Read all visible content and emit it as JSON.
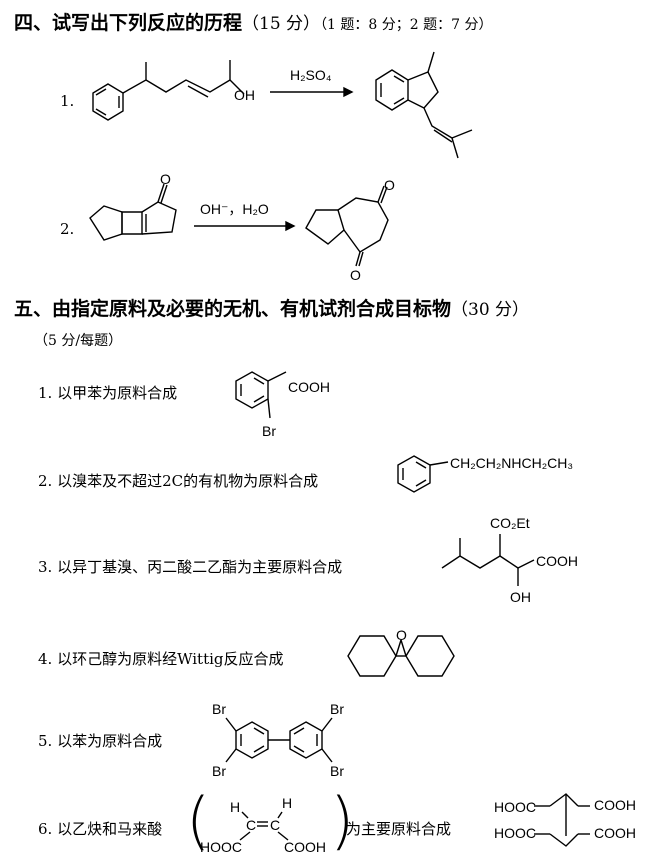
{
  "section4": {
    "title": "四、试写出下列反应的历程",
    "points": "（15 分）",
    "note": "（1 题：8 分；2 题：7 分）",
    "q1": {
      "num": "1.",
      "oh": "OH",
      "reagent": "H₂SO₄"
    },
    "q2": {
      "num": "2.",
      "reagent": "OH⁻，H₂O",
      "o": "O"
    }
  },
  "section5": {
    "title": "五、由指定原料及必要的无机、有机试剂合成目标物",
    "points": "（30 分）",
    "sub_note": "（5 分/每题）",
    "items": [
      {
        "num": "1.",
        "text": "以甲苯为原料合成",
        "labels": [
          "COOH",
          "Br"
        ]
      },
      {
        "num": "2.",
        "text": "以溴苯及不超过2C的有机物为原料合成",
        "labels": [
          "CH₂CH₂NHCH₂CH₃"
        ]
      },
      {
        "num": "3.",
        "text": "以异丁基溴、丙二酸二乙酯为主要原料合成",
        "labels": [
          "CO₂Et",
          "COOH",
          "OH"
        ]
      },
      {
        "num": "4.",
        "text": "以环己醇为原料经Wittig反应合成",
        "labels": [
          "O"
        ]
      },
      {
        "num": "5.",
        "text": "以苯为原料合成",
        "labels": [
          "Br",
          "Br",
          "Br",
          "Br"
        ]
      },
      {
        "num": "6.",
        "text_a": "以乙炔和马来酸",
        "text_b": "为主要原料合成",
        "maleic": [
          "H",
          "H",
          "C",
          "C",
          "HOOC",
          "COOH"
        ],
        "target": [
          "HOOC",
          "COOH",
          "HOOC",
          "COOH"
        ]
      }
    ]
  }
}
